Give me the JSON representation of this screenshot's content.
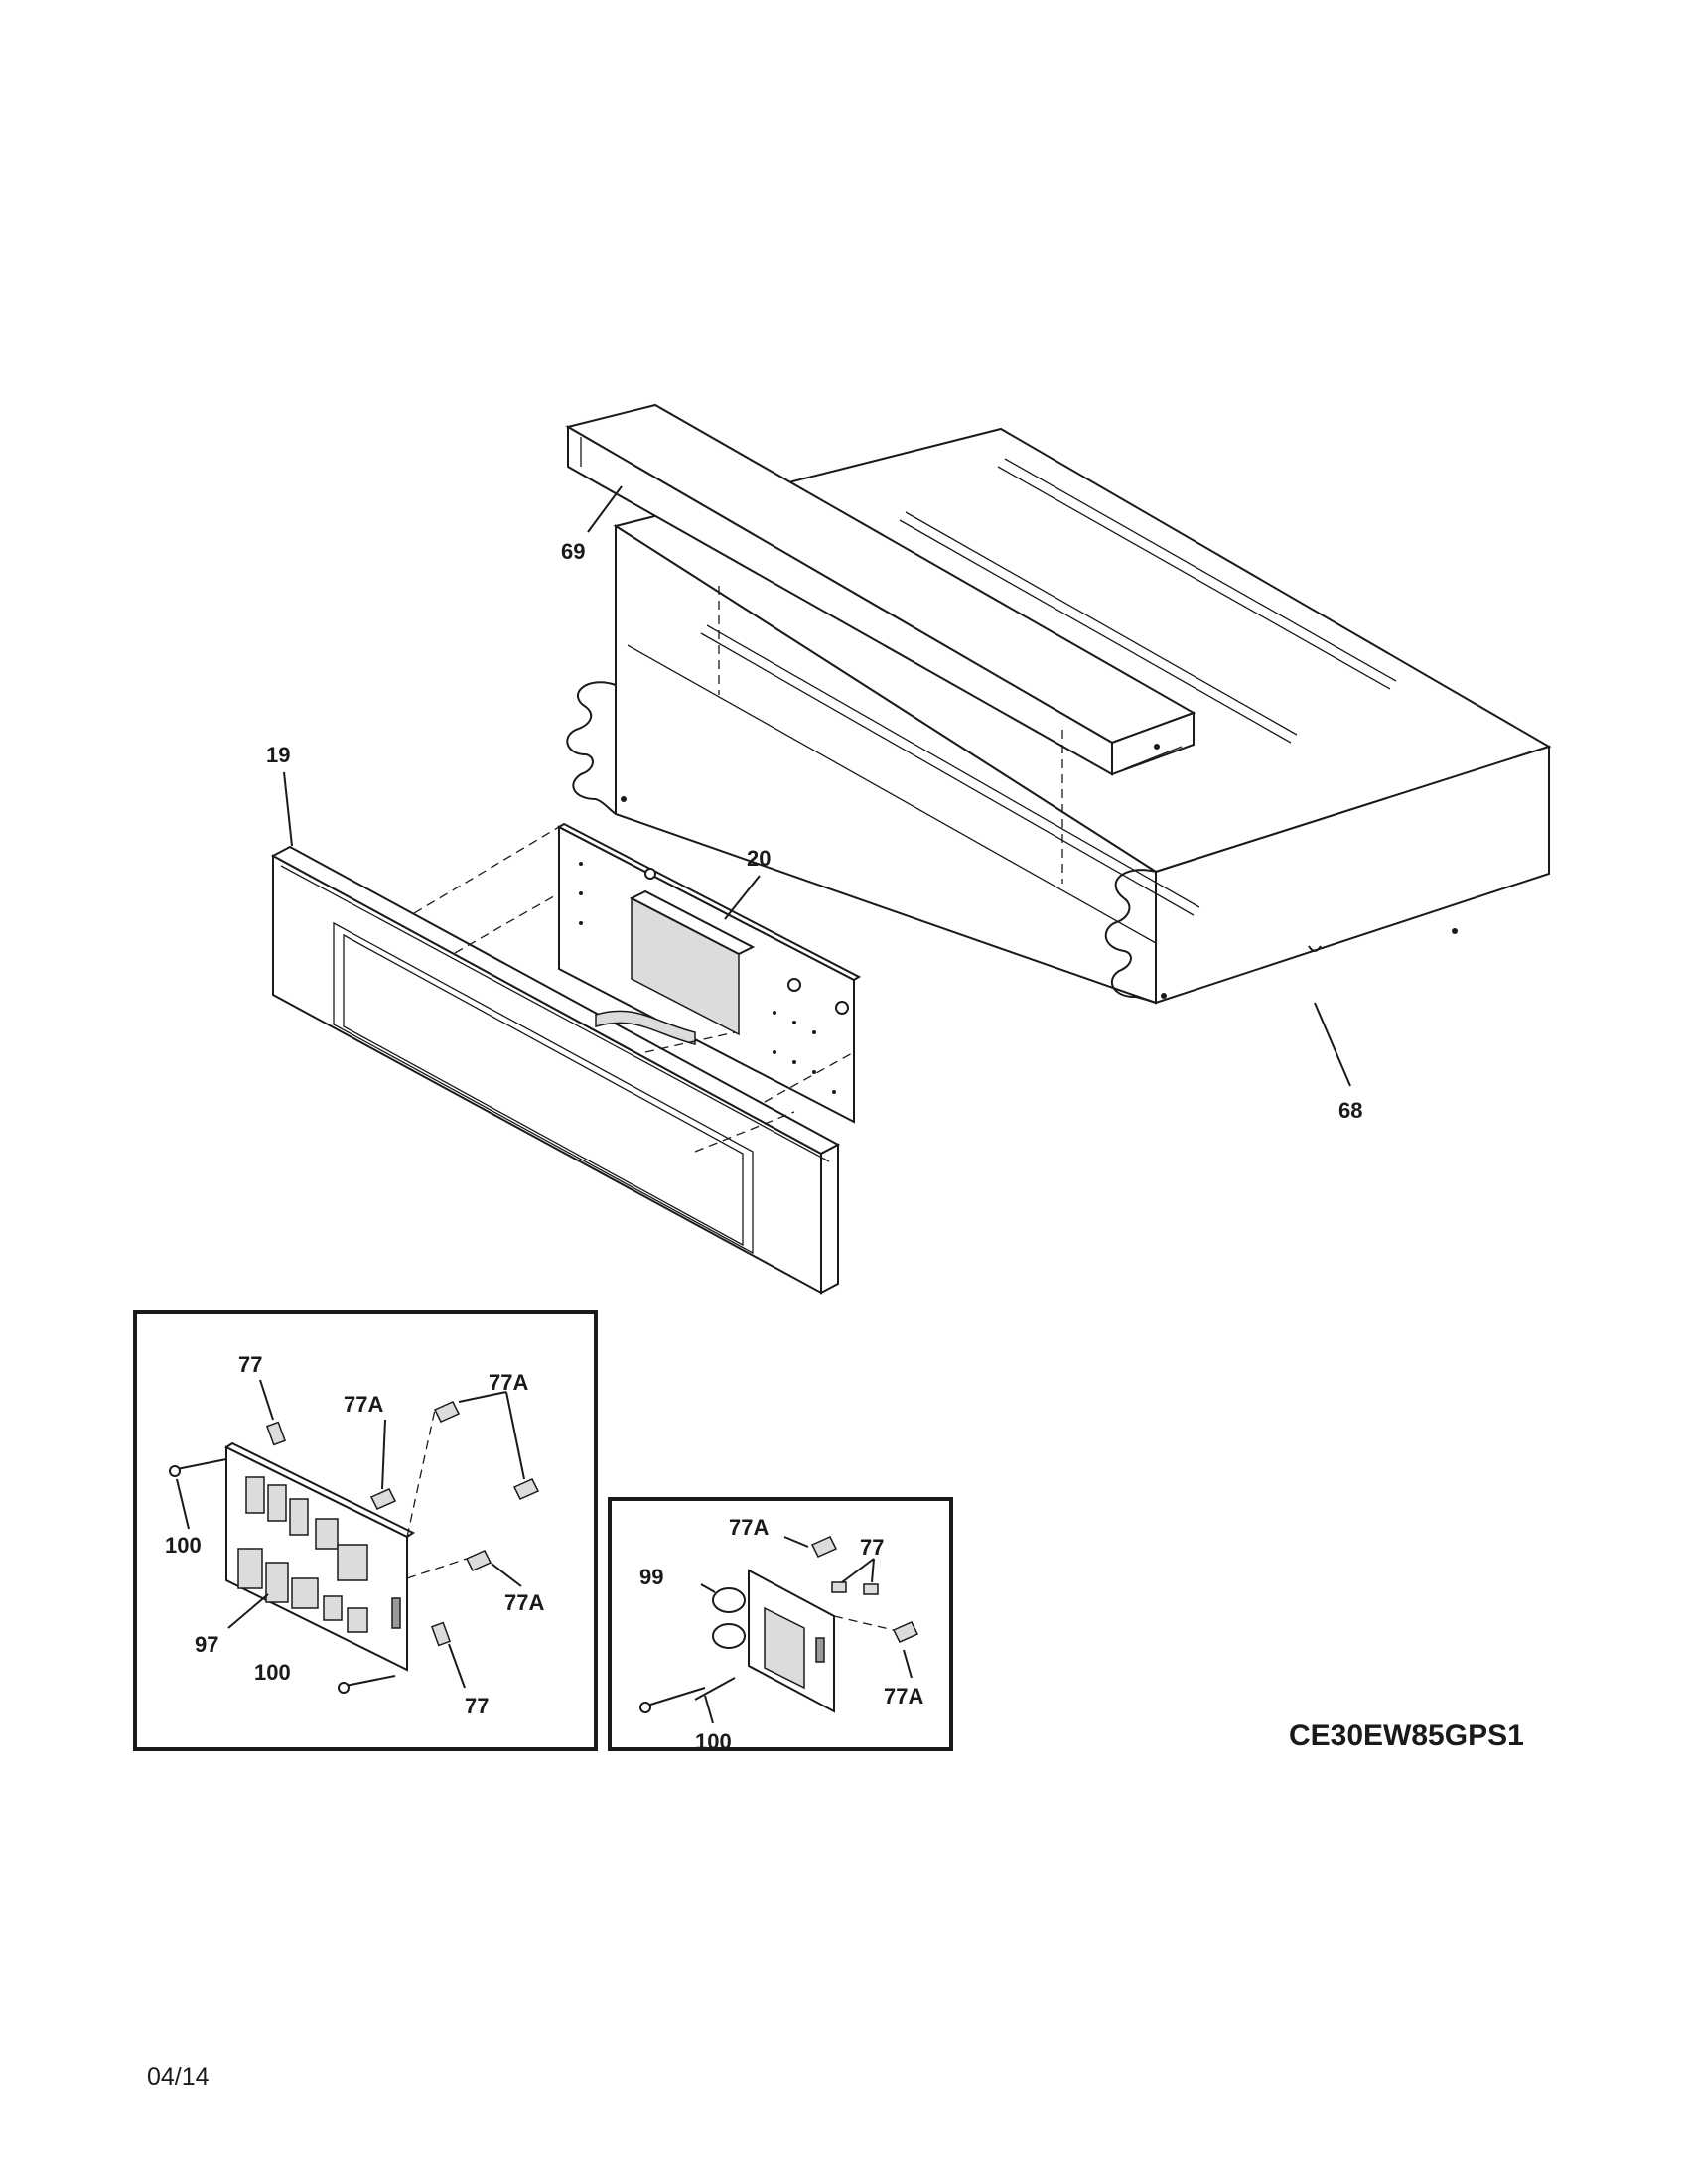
{
  "model_number": "CE30EW85GPS1",
  "revision_date": "04/14",
  "callouts": {
    "c69": "69",
    "c19": "19",
    "c20": "20",
    "c68": "68",
    "i1_77_top": "77",
    "i1_77a_left": "77A",
    "i1_77a_right": "77A",
    "i1_100_left": "100",
    "i1_77a_mid": "77A",
    "i1_97": "97",
    "i1_100_bottom": "100",
    "i1_77_bottom": "77",
    "i2_77a_top": "77A",
    "i2_77": "77",
    "i2_99": "99",
    "i2_77a_bottom": "77A",
    "i2_100": "100"
  }
}
